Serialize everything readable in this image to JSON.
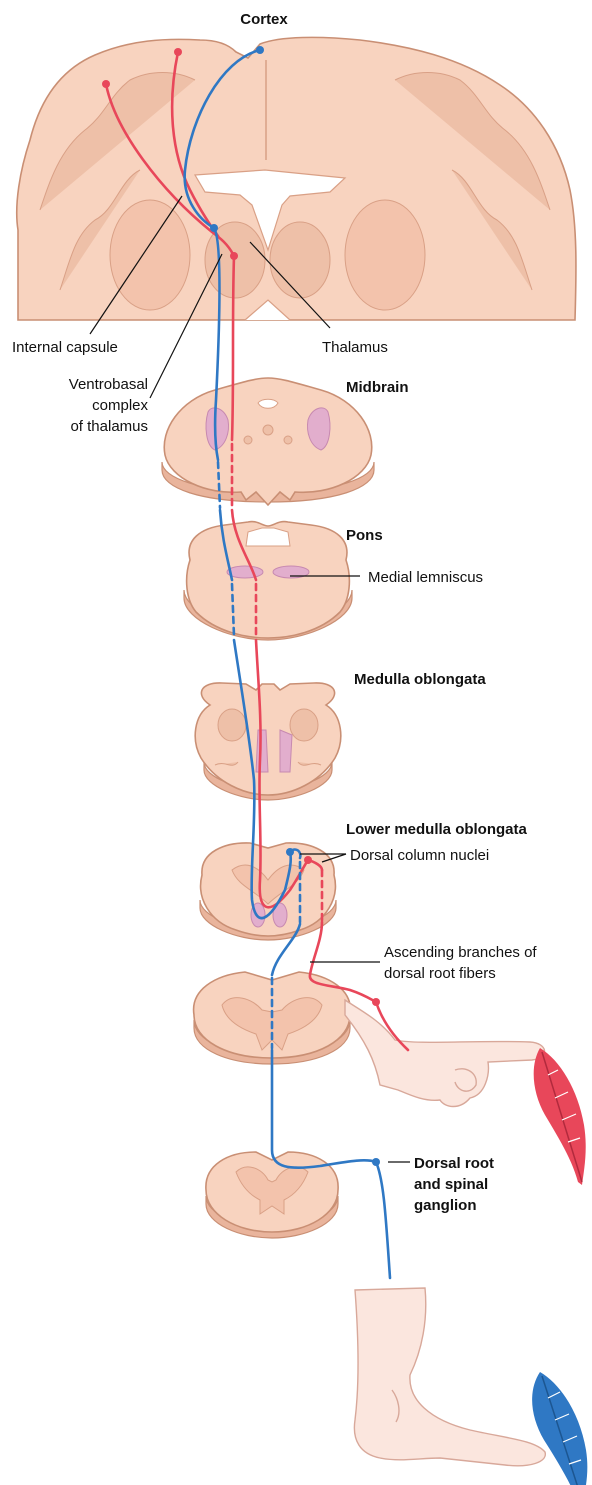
{
  "labels": {
    "cortex": "Cortex",
    "internal_capsule": "Internal capsule",
    "thalamus": "Thalamus",
    "ventrobasal_1": "Ventrobasal",
    "ventrobasal_2": "complex",
    "ventrobasal_3": "of thalamus",
    "midbrain": "Midbrain",
    "pons": "Pons",
    "medial_lemniscus": "Medial lemniscus",
    "medulla": "Medulla oblongata",
    "lower_medulla": "Lower medulla oblongata",
    "dorsal_column_nuclei": "Dorsal column nuclei",
    "ascending_1": "Ascending branches of",
    "ascending_2": "dorsal root fibers",
    "dorsal_root_1": "Dorsal root",
    "dorsal_root_2": "and spinal",
    "dorsal_root_3": "ganglion"
  },
  "colors": {
    "red_pathway": "#e8475a",
    "blue_pathway": "#2f78c4",
    "tissue": "#f8d3bf",
    "lemniscus": "#e2aecd"
  },
  "icons": {
    "hand": "pointing-hand-icon",
    "foot": "foot-icon",
    "red_feather": "feather-icon",
    "blue_feather": "feather-icon"
  }
}
